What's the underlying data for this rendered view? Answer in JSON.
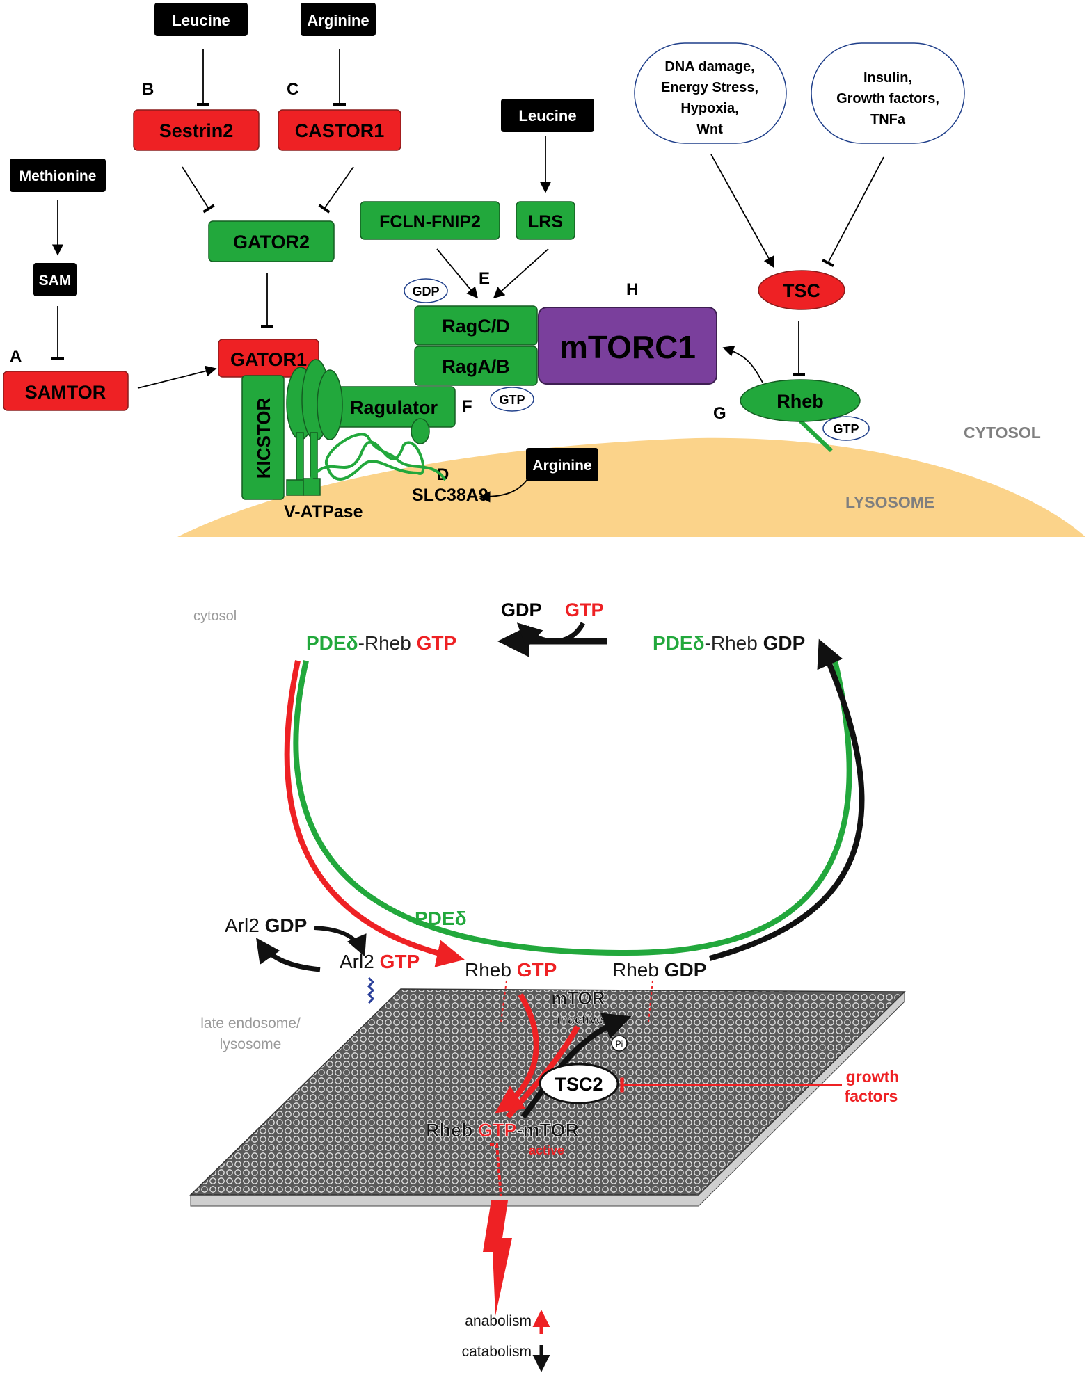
{
  "colors": {
    "red": "#ee2124",
    "green": "#22a83c",
    "purple": "#7a3f9c",
    "black": "#000000",
    "lysosome": "#fbd38a",
    "grey_text": "#7f7f7f"
  },
  "panel_top": {
    "nutrients": {
      "leucine_1": "Leucine",
      "arginine_1": "Arginine",
      "methionine": "Methionine",
      "sam": "SAM",
      "leucine_2": "Leucine",
      "arginine_2": "Arginine"
    },
    "proteins": {
      "sestrin2": "Sestrin2",
      "castor1": "CASTOR1",
      "gator2": "GATOR2",
      "gator1": "GATOR1",
      "samtor": "SAMTOR",
      "kicstor": "KICSTOR",
      "ragulator": "Ragulator",
      "fcln": "FCLN-FNIP2",
      "lrs": "LRS",
      "ragcd": "RagC/D",
      "ragab": "RagA/B",
      "mtorc1": "mTORC1",
      "tsc": "TSC",
      "rheb": "Rheb",
      "vatpase": "V-ATPase",
      "slc38a9": "SLC38A9"
    },
    "nucleotides": {
      "gdp": "GDP",
      "gtp_rag": "GTP",
      "gtp_rheb": "GTP"
    },
    "stimuli": {
      "stress": [
        "DNA damage,",
        "Energy Stress,",
        "Hypoxia,",
        "Wnt"
      ],
      "growth": [
        "Insulin,",
        "Growth factors,",
        "TNFa"
      ]
    },
    "letters": {
      "a": "A",
      "b": "B",
      "c": "C",
      "d": "D",
      "e": "E",
      "f": "F",
      "g": "G",
      "h": "H"
    },
    "compartments": {
      "cytosol": "CYTOSOL",
      "lysosome": "LYSOSOME"
    }
  },
  "panel_bottom": {
    "cytosol": "cytosol",
    "gdp": "GDP",
    "gtp": "GTP",
    "pde_rheb_gtp": {
      "pde": "PDEδ",
      "rheb": "-Rheb ",
      "gtp": "GTP"
    },
    "pde_rheb_gdp": {
      "pde": "PDEδ",
      "rheb": "-Rheb ",
      "gdp": "GDP"
    },
    "pde": "PDEδ",
    "arl2_gdp": {
      "arl2": "Arl2 ",
      "gdp": "GDP"
    },
    "arl2_gtp": {
      "arl2": "Arl2 ",
      "gtp": "GTP"
    },
    "rheb_gtp": {
      "rheb": "Rheb ",
      "gtp": "GTP"
    },
    "rheb_gdp": {
      "rheb": "Rheb ",
      "gdp": "GDP"
    },
    "endosome": [
      "late endosome/",
      "lysosome"
    ],
    "mtor_inactive": {
      "mtor": "mTOR",
      "state": "inactive"
    },
    "pi": "Pi",
    "tsc2": "TSC2",
    "growth_factors": [
      "growth",
      "factors"
    ],
    "rheb_mtor_active": {
      "rheb": "Rheb ",
      "gtp": "GTP",
      "mtor": "-mTOR",
      "state": "active"
    },
    "anabolism": "anabolism",
    "catabolism": "catabolism"
  }
}
